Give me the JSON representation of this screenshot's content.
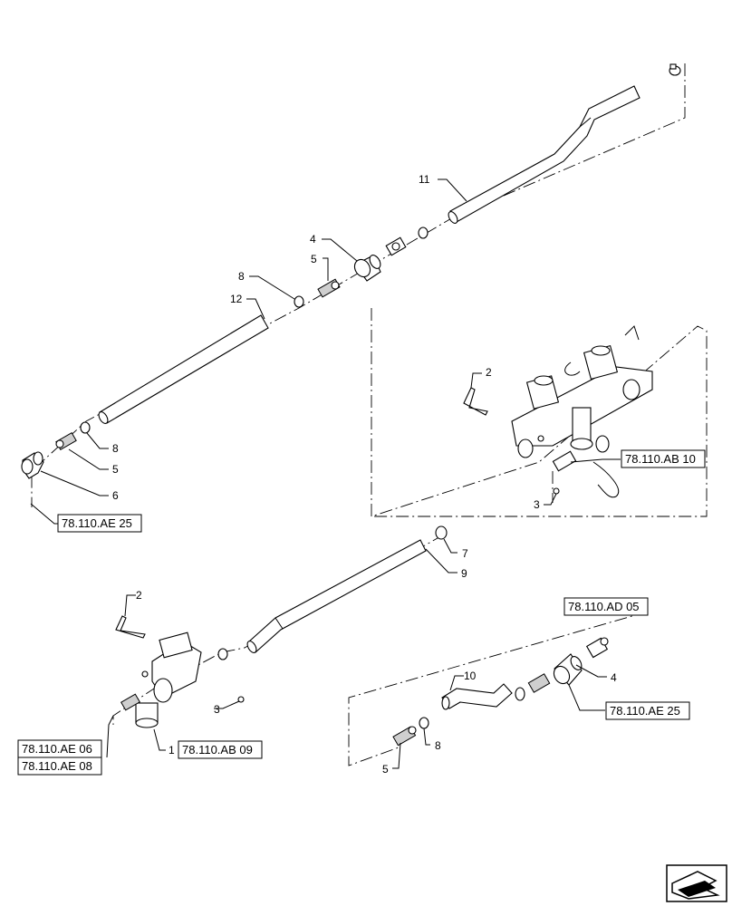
{
  "part_numbers": [
    {
      "id": "11",
      "text": "11"
    },
    {
      "id": "4a",
      "text": "4"
    },
    {
      "id": "5a",
      "text": "5"
    },
    {
      "id": "8a",
      "text": "8"
    },
    {
      "id": "12",
      "text": "12"
    },
    {
      "id": "8b",
      "text": "8"
    },
    {
      "id": "5b",
      "text": "5"
    },
    {
      "id": "6",
      "text": "6"
    },
    {
      "id": "2a",
      "text": "2"
    },
    {
      "id": "3a",
      "text": "3"
    },
    {
      "id": "7",
      "text": "7"
    },
    {
      "id": "9",
      "text": "9"
    },
    {
      "id": "2b",
      "text": "2"
    },
    {
      "id": "3b",
      "text": "3"
    },
    {
      "id": "1",
      "text": "1"
    },
    {
      "id": "10",
      "text": "10"
    },
    {
      "id": "4b",
      "text": "4"
    },
    {
      "id": "8c",
      "text": "8"
    },
    {
      "id": "5c",
      "text": "5"
    }
  ],
  "reference_boxes": [
    {
      "id": "ae25-top",
      "text": "78.110.AE 25"
    },
    {
      "id": "ab10",
      "text": "78.110.AB 10"
    },
    {
      "id": "ad05",
      "text": "78.110.AD 05"
    },
    {
      "id": "ae25-bottom",
      "text": "78.110.AE 25"
    },
    {
      "id": "ab09",
      "text": "78.110.AB 09"
    },
    {
      "id": "ae06",
      "text": "78.110.AE 06"
    },
    {
      "id": "ae08",
      "text": "78.110.AE 08"
    }
  ],
  "nav_icon": "next-page-arrow-icon"
}
